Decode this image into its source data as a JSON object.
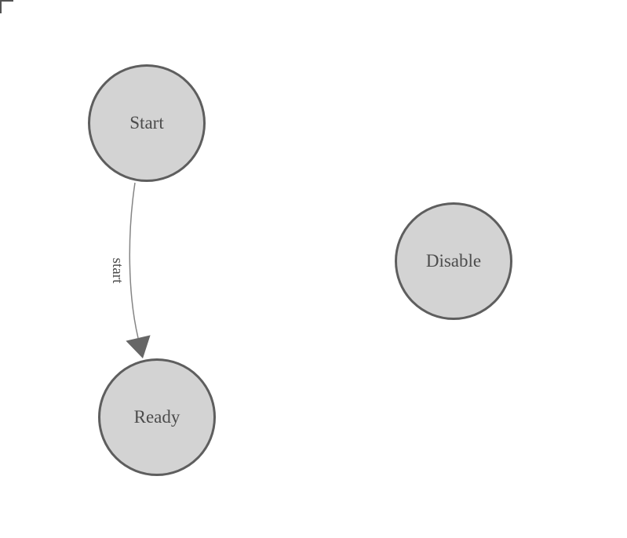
{
  "diagram": {
    "type": "state-machine",
    "background_color": "#ffffff",
    "node_fill_color": "#d3d3d3",
    "node_border_color": "#5e5e5e",
    "node_text_color": "#4c4c4c",
    "edge_line_color": "#858585",
    "arrowhead_color": "#666666",
    "nodes": [
      {
        "id": "start",
        "label": "Start"
      },
      {
        "id": "ready",
        "label": "Ready"
      },
      {
        "id": "disable",
        "label": "Disable"
      }
    ],
    "edges": [
      {
        "from": "start",
        "to": "ready",
        "label": "start"
      }
    ]
  }
}
